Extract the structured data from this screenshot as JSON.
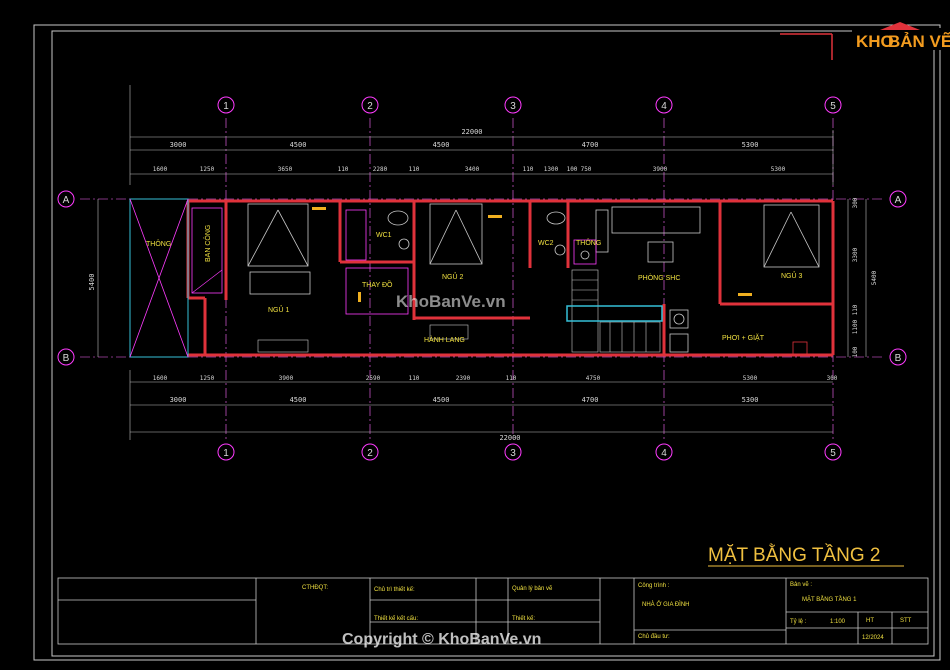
{
  "logo": {
    "text_kho": "KHO",
    "text_banve": "BẢN VẼ"
  },
  "watermark_center": "KhoBanVe.vn",
  "watermark_bottom": "Copyright © KhoBanVe.vn",
  "sheet_title": "MẶT BẰNG TẦNG 2",
  "grid_axes_x": [
    "1",
    "2",
    "3",
    "4",
    "5"
  ],
  "grid_axes_y": [
    "A",
    "B"
  ],
  "dims_top_total": "22000",
  "dims_top_mid": [
    "3000",
    "4500",
    "4500",
    "4700",
    "5300"
  ],
  "dims_top_detail": [
    "1600",
    "1250",
    "3650",
    "110",
    "2280",
    "110",
    "3400",
    "110",
    "1300",
    "100",
    "750",
    "3900",
    "5300"
  ],
  "dims_bottom_detail": [
    "1600",
    "1250",
    "3900",
    "2590",
    "110",
    "2390",
    "110",
    "4750",
    "5300",
    "300"
  ],
  "dims_bottom_mid": [
    "3000",
    "4500",
    "4500",
    "4700",
    "5300"
  ],
  "dims_bottom_total": "22000",
  "dims_right": [
    "300",
    "3300",
    "110",
    "1100",
    "100",
    "5400"
  ],
  "dims_left": "5400",
  "rooms": {
    "thong1": "THÔNG",
    "ban_cong": "BAN CÔNG",
    "ngu1": "NGỦ 1",
    "wc1": "WC1",
    "thay_do": "THAY ĐỒ",
    "ngu2": "NGỦ 2",
    "wc2": "WC2",
    "thong2": "THÔNG",
    "phong_shc": "PHÒNG SHC",
    "ngu3": "NGỦ 3",
    "hanh_lang": "HÀNH LANG",
    "phoi_giat": "PHƠI + GIẶT"
  },
  "title_block": {
    "cthdqt": "CTHĐQT:",
    "chu_tri_thiet_ke": "Chủ trì thiết kế:",
    "thiet_ke_ket_cau": "Thiết kế kết cấu:",
    "quan_ly_ban_ve": "Quản lý bản vẽ",
    "thiet_ke": "Thiết kế:",
    "cong_trinh": "Công trình :",
    "cong_trinh_value": "NHÀ Ở GIA ĐÌNH",
    "chu_dau_tu": "Chủ đầu tư:",
    "ban_ve": "Bản vẽ :",
    "ban_ve_value": "MẶT BẰNG TẦNG 1",
    "ty_le_label": "Tỷ lệ :",
    "ty_le_value": "1:100",
    "ht": "HT",
    "stt": "STT",
    "date": "12/2024"
  },
  "colors": {
    "wall": "#e0323b",
    "frame": "#c8c8c8",
    "grid": "#ff3bff",
    "text": "#f0e040",
    "dim": "#d8d8d8"
  }
}
